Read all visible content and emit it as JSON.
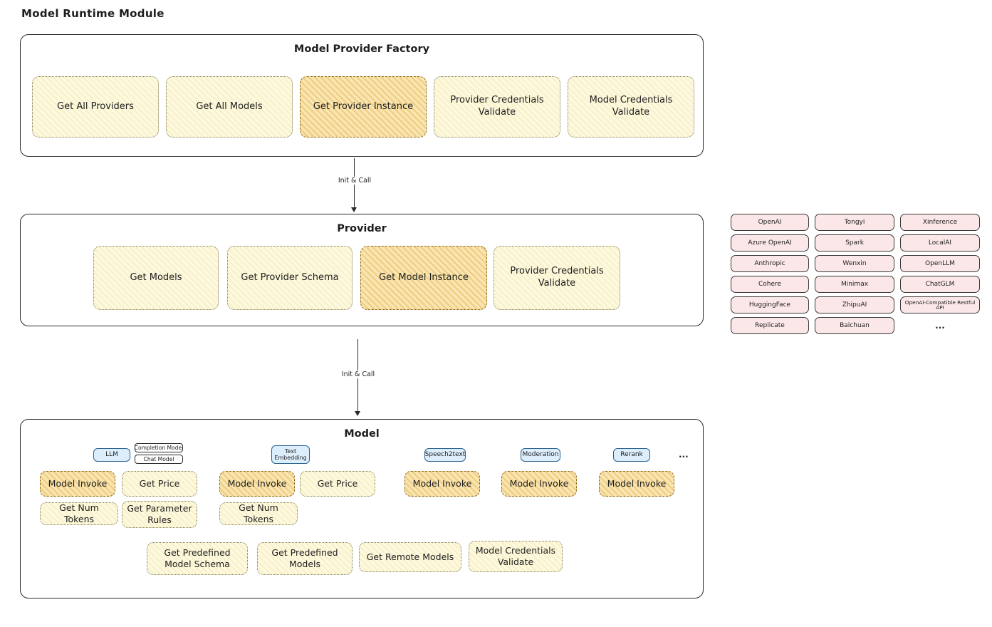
{
  "page": {
    "title": "Model Runtime Module"
  },
  "colors": {
    "yellow_fill": "#fdf9e0",
    "orange_fill": "#f9e6b2",
    "blue_fill": "#dcedfc",
    "pink_fill": "#fbe7e8",
    "stroke": "#2a2a2a"
  },
  "factory": {
    "title": "Model Provider Factory",
    "boxes": [
      "Get All Providers",
      "Get All Models",
      "Get Provider Instance",
      "Provider Credentials Validate",
      "Model Credentials Validate"
    ]
  },
  "flow": {
    "arrow1": "Init & Call",
    "arrow2": "Init & Call"
  },
  "provider": {
    "title": "Provider",
    "boxes": [
      "Get Models",
      "Get Provider Schema",
      "Get Model Instance",
      "Provider Credentials Validate"
    ]
  },
  "providers_list": {
    "col1": [
      "OpenAI",
      "Azure OpenAI",
      "Anthropic",
      "Cohere",
      "HuggingFace",
      "Replicate"
    ],
    "col2": [
      "Tongyi",
      "Spark",
      "Wenxin",
      "Minimax",
      "ZhipuAI",
      "Baichuan"
    ],
    "col3": [
      "Xinference",
      "LocalAI",
      "OpenLLM",
      "ChatGLM",
      "OpenAI-Compatible Restful API"
    ],
    "ellipsis": "..."
  },
  "model": {
    "title": "Model",
    "badges": {
      "llm": "LLM",
      "completion_model": "Completion Model",
      "chat_model": "Chat Model",
      "text_embedding": "Text Embedding",
      "speech2text": "Speech2text",
      "moderation": "Moderation",
      "rerank": "Rerank",
      "ellipsis": "..."
    },
    "llm_ops": [
      "Model Invoke",
      "Get Price",
      "Get Num Tokens",
      "Get Parameter Rules"
    ],
    "text_embedding_ops": [
      "Model Invoke",
      "Get Price",
      "Get Num Tokens"
    ],
    "speech2text_ops": [
      "Model Invoke"
    ],
    "moderation_ops": [
      "Model Invoke"
    ],
    "rerank_ops": [
      "Model Invoke"
    ],
    "shared_ops": [
      "Get Predefined Model Schema",
      "Get Predefined Models",
      "Get Remote Models",
      "Model Credentials Validate"
    ]
  }
}
